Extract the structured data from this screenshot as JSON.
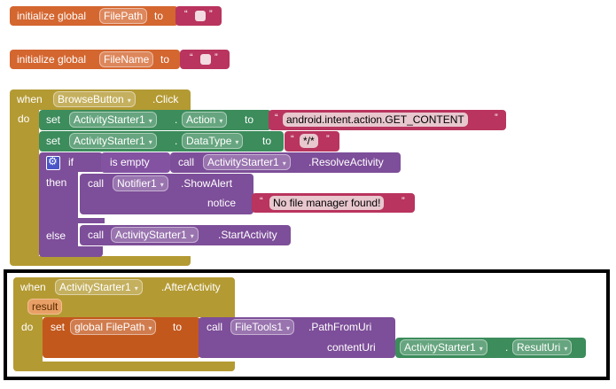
{
  "var1": {
    "initialize": "initialize global",
    "name": "FilePath",
    "to": "to",
    "open_quote": "“",
    "close_quote": "”"
  },
  "var2": {
    "initialize": "initialize global",
    "name": "FileName",
    "to": "to",
    "open_quote": "“",
    "close_quote": "”"
  },
  "browse": {
    "when": "when",
    "component": "BrowseButton",
    "event": ".Click",
    "do": "do",
    "set1": {
      "set": "set",
      "component": "ActivityStarter1",
      "dot": ".",
      "prop": "Action",
      "to": "to",
      "value": "android.intent.action.GET_CONTENT"
    },
    "set2": {
      "set": "set",
      "component": "ActivityStarter1",
      "dot": ".",
      "prop": "DataType",
      "to": "to",
      "value": "*/*"
    },
    "if": "if",
    "is_empty": "is empty",
    "call": "call",
    "resolve_component": "ActivityStarter1",
    "resolve_method": ".ResolveActivity",
    "then": "then",
    "notifier_component": "Notifier1",
    "notifier_method": ".ShowAlert",
    "notice": "notice",
    "notice_value": "No file manager found!",
    "else": "else",
    "start_component": "ActivityStarter1",
    "start_method": ".StartActivity"
  },
  "after": {
    "when": "when",
    "component": "ActivityStarter1",
    "event": ".AfterActivity",
    "param": "result",
    "do": "do",
    "set": "set",
    "var": "global FilePath",
    "to": "to",
    "call": "call",
    "filetools": "FileTools1",
    "method": ".PathFromUri",
    "content_uri": "contentUri",
    "uri_component": "ActivityStarter1",
    "dot": ".",
    "uri_prop": "ResultUri"
  },
  "icons": {
    "dropdown": "▾",
    "gear": "gear-icon"
  }
}
